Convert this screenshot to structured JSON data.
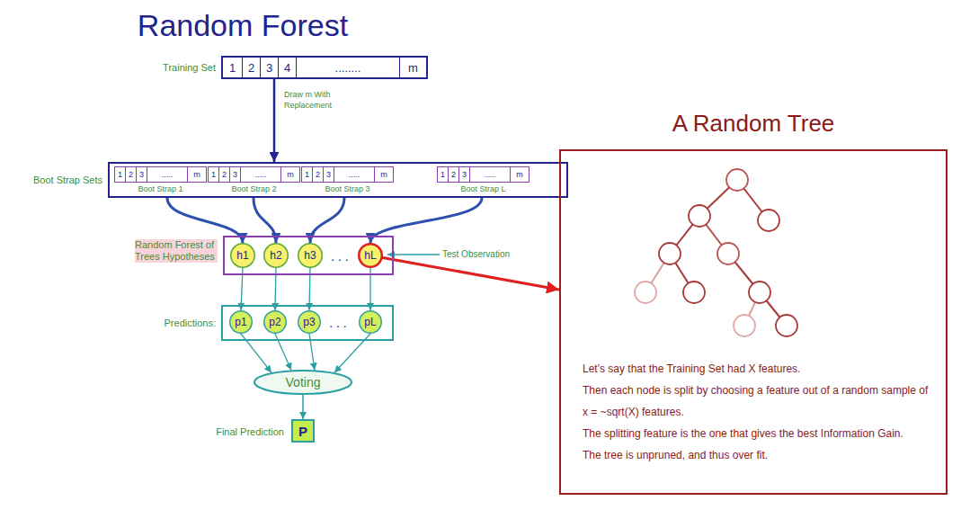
{
  "diagram": {
    "title": "Random Forest",
    "nodes": [
      {
        "text": [
          "Training Set"
        ]
      },
      {
        "text": [
          "1"
        ],
        "in": 0
      },
      {
        "text": [
          "2"
        ],
        "in": 0
      },
      {
        "text": [
          "3"
        ],
        "in": 0
      },
      {
        "text": [
          "4"
        ],
        "in": 0
      },
      {
        "text": [
          "........"
        ],
        "in": 0
      },
      {
        "text": [
          "m"
        ],
        "in": 0
      },
      {
        "text": [
          "Boot Strap Sets"
        ]
      },
      {
        "text": [
          "Boot Strap 1"
        ],
        "in": 7
      },
      {
        "text": [
          "1"
        ],
        "in": 8
      },
      {
        "text": [
          "2"
        ],
        "in": 8
      },
      {
        "text": [
          "3"
        ],
        "in": 8
      },
      {
        "text": [
          "....."
        ],
        "in": 8
      },
      {
        "text": [
          "m"
        ],
        "in": 8
      },
      {
        "text": [
          "Boot Strap 2"
        ],
        "in": 7
      },
      {
        "text": [
          "1"
        ],
        "in": 14
      },
      {
        "text": [
          "2"
        ],
        "in": 14
      },
      {
        "text": [
          "3"
        ],
        "in": 14
      },
      {
        "text": [
          "....."
        ],
        "in": 14
      },
      {
        "text": [
          "m"
        ],
        "in": 14
      },
      {
        "text": [
          "Boot Strap 3"
        ],
        "in": 7
      },
      {
        "text": [
          "1"
        ],
        "in": 20
      },
      {
        "text": [
          "2"
        ],
        "in": 20
      },
      {
        "text": [
          "3"
        ],
        "in": 20
      },
      {
        "text": [
          "....."
        ],
        "in": 20
      },
      {
        "text": [
          "m"
        ],
        "in": 20
      },
      {
        "text": [
          "Boot Strap L"
        ],
        "in": 7
      },
      {
        "text": [
          "1"
        ],
        "in": 26
      },
      {
        "text": [
          "2"
        ],
        "in": 26
      },
      {
        "text": [
          "3"
        ],
        "in": 26
      },
      {
        "text": [
          "....."
        ],
        "in": 26
      },
      {
        "text": [
          "m"
        ],
        "in": 26
      },
      {
        "text": [
          "Random Forest of Trees Hypotheses",
          ". . ."
        ]
      },
      {
        "text": [
          "h1"
        ],
        "in": 32
      },
      {
        "text": [
          "h2"
        ],
        "in": 32
      },
      {
        "text": [
          "h3"
        ],
        "in": 32
      },
      {
        "text": [
          "hL"
        ],
        "in": 32
      },
      {
        "text": [
          "Predictions:",
          ". . ."
        ]
      },
      {
        "text": [
          "p1"
        ],
        "in": 37
      },
      {
        "text": [
          "p2"
        ],
        "in": 37
      },
      {
        "text": [
          "p3"
        ],
        "in": 37
      },
      {
        "text": [
          "pL"
        ],
        "in": 37
      },
      {
        "text": [
          "Voting"
        ]
      },
      {
        "text": [
          "Final Prediction",
          "P"
        ]
      },
      {
        "text": [
          "A Random Tree",
          "Let's say that the Training Set had X features.",
          "Then each node is split by choosing a feature out of a random sample of x = ~sqrt(X) features.",
          "The splitting feature is the one that gives the best Information Gain.",
          "The tree is unpruned, and thus over fit."
        ]
      }
    ],
    "edges": [
      {
        "from": 0,
        "to": 7,
        "arrow": "to",
        "label": "Draw m With Replacement"
      },
      {
        "from": 7,
        "to": 33,
        "arrow": "to"
      },
      {
        "from": 7,
        "to": 34,
        "arrow": "to"
      },
      {
        "from": 7,
        "to": 35,
        "arrow": "to"
      },
      {
        "from": 7,
        "to": 36,
        "arrow": "to"
      },
      {
        "from": 33,
        "to": 38,
        "arrow": "to"
      },
      {
        "from": 34,
        "to": 39,
        "arrow": "to"
      },
      {
        "from": 35,
        "to": 40,
        "arrow": "to"
      },
      {
        "from": 36,
        "to": 41,
        "arrow": "to"
      },
      {
        "from": 38,
        "to": 42,
        "arrow": "to"
      },
      {
        "from": 39,
        "to": 42,
        "arrow": "to"
      },
      {
        "from": 40,
        "to": 42,
        "arrow": "to"
      },
      {
        "from": 41,
        "to": 42,
        "arrow": "to"
      },
      {
        "from": 42,
        "to": 43,
        "arrow": "to"
      },
      {
        "from": 36,
        "to": 44,
        "arrow": "to"
      }
    ],
    "labels": [
      "Test Observation"
    ]
  }
}
